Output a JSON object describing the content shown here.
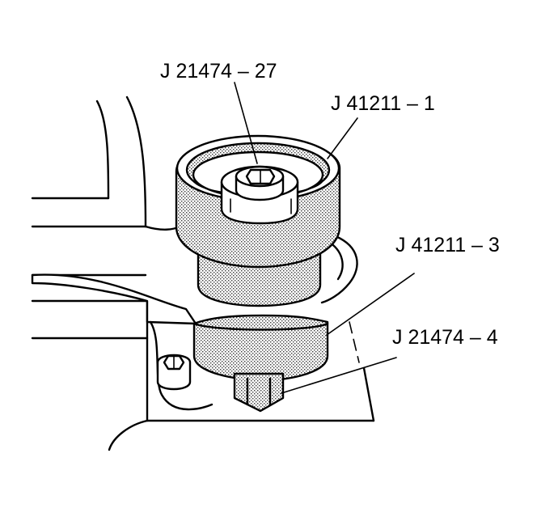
{
  "labels": {
    "tool_top": "J 21474 – 27",
    "cup": "J 41211 – 1",
    "receiver": "J 41211 – 3",
    "nut": "J 21474 – 4"
  }
}
